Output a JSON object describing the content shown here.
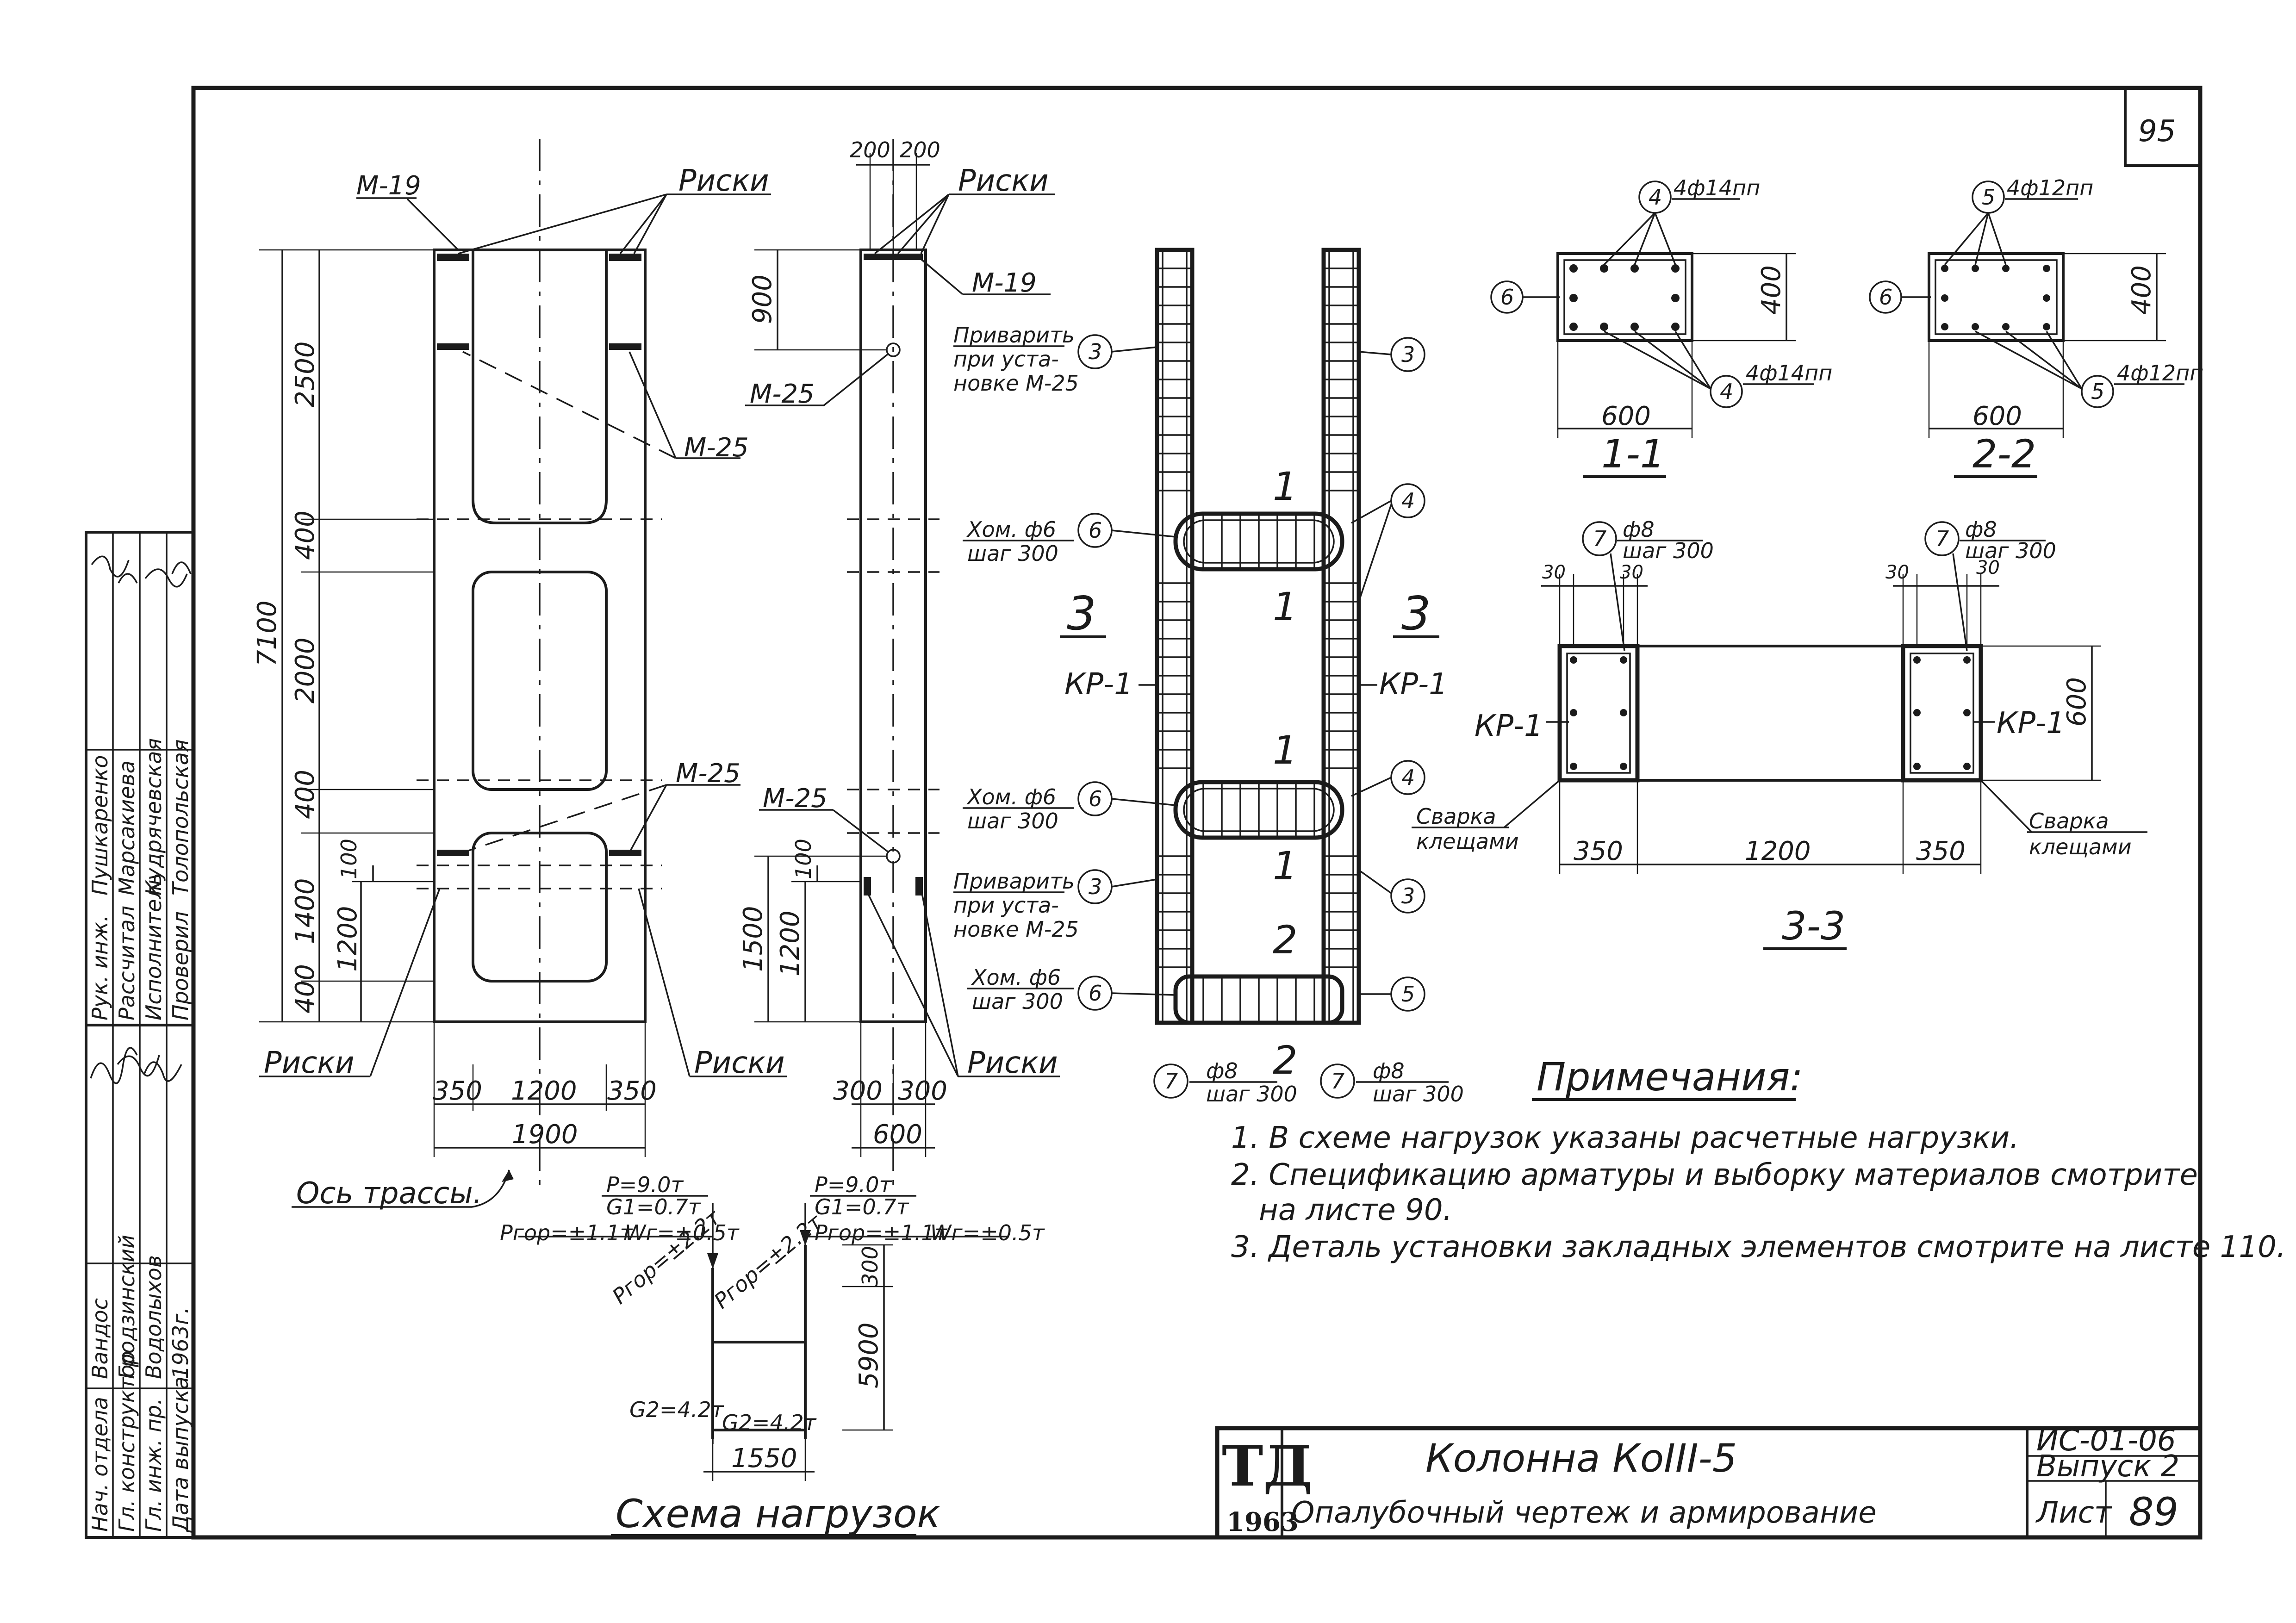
{
  "sheet": {
    "sheet_no_corner": "95",
    "code": "ИС-01-06",
    "issue": "Выпуск 2",
    "sheet_label": "Лист",
    "sheet_value": "89",
    "stamp_letters": "ТД",
    "stamp_year": "1963",
    "title_line1": "Колонна КоIII-5",
    "title_line2": "Опалубочный чертеж и армирование"
  },
  "signatures": {
    "rows": [
      {
        "role": "Нач. отдела",
        "name": "Вандос"
      },
      {
        "role": "Гл. конструктор",
        "name": "Гродзинский"
      },
      {
        "role": "Гл. инж. пр.",
        "name": "Водолыхов"
      },
      {
        "role": "Дата выпуска",
        "name": "1963г."
      }
    ],
    "rows_upper": [
      {
        "role": "Рук. инж.",
        "name": "Пушкаренко"
      },
      {
        "role": "Рассчитал",
        "name": "Марсакиева"
      },
      {
        "role": "Исполнитель",
        "name": "Кудрячевская"
      },
      {
        "role": "Проверил",
        "name": "Толопольская"
      }
    ]
  },
  "elevation_front": {
    "label_m19": "М-19",
    "label_riski_top": "Риски",
    "label_m25_upper": "М-25",
    "label_m25_lower": "М-25",
    "label_riski_bottom_left": "Риски",
    "label_riski_bottom_right": "Риски",
    "dim_total_height": "7100",
    "dims_vertical": [
      "2500",
      "400",
      "2000",
      "400",
      "1400",
      "400"
    ],
    "dim_1200": "1200",
    "dim_100": "100",
    "dims_horizontal": [
      "350",
      "1200",
      "350"
    ],
    "dim_total_width": "1900"
  },
  "elevation_side": {
    "dims_top": [
      "200",
      "200"
    ],
    "label_riski_top": "Риски",
    "label_m19": "М-19",
    "dim_900": "900",
    "label_m25_upper": "М-25",
    "label_m25_lower": "М-25",
    "dim_1500": "1500",
    "dim_1200": "1200",
    "dim_100": "100",
    "label_riski_bottom": "Риски",
    "dims_horizontal": [
      "300",
      "300"
    ],
    "dim_total_width": "600"
  },
  "reinforcement": {
    "weld_note_upper": [
      "Приварить",
      "при уста-",
      "новке М-25"
    ],
    "weld_note_lower": [
      "Приварить",
      "при уста-",
      "новке М-25"
    ],
    "clamp_upper": [
      "Хом. ф6",
      "шаг 300"
    ],
    "clamp_middle": [
      "Хом. ф6",
      "шаг 300"
    ],
    "clamp_lower": [
      "Хом. ф6",
      "шаг 300"
    ],
    "cut3_label": "3",
    "kr_label": "КР-1",
    "cut1_label": "1",
    "cut2_label": "2",
    "bottom_bar_spec": [
      "ф8",
      "шаг 300"
    ],
    "marks": [
      "3",
      "4",
      "5",
      "6",
      "7"
    ]
  },
  "section_1_1": {
    "title": "1-1",
    "top_spec": "4ф14пп",
    "bottom_spec": "4ф14пп",
    "mark_top": "4",
    "mark_bottom": "4",
    "mark_side": "6",
    "dim_width": "600",
    "dim_height": "400"
  },
  "section_2_2": {
    "title": "2-2",
    "top_spec": "4ф12пп",
    "bottom_spec": "4ф12пп",
    "mark_top": "5",
    "mark_bottom": "5",
    "mark_side": "6",
    "dim_width": "600",
    "dim_height": "400"
  },
  "section_3_3": {
    "title": "3-3",
    "bar_spec_left": [
      "ф8",
      "шаг 300"
    ],
    "bar_spec_right": [
      "ф8",
      "шаг 300"
    ],
    "mark_left": "7",
    "mark_right": "7",
    "dims_top": [
      "30",
      "30",
      "30",
      "30"
    ],
    "kr_left": "КР-1",
    "kr_right": "КР-1",
    "dim_height": "600",
    "dims_bottom": [
      "350",
      "1200",
      "350"
    ],
    "weld_left": [
      "Сварка",
      "клещами"
    ],
    "weld_right": [
      "Сварка",
      "клещами"
    ]
  },
  "notes": {
    "heading": "Примечания:",
    "items": [
      "1. В схеме нагрузок указаны расчетные нагрузки.",
      "2. Спецификацию арматуры и выборку материалов смотрите",
      "на листе 90.",
      "3. Деталь установки закладных элементов смотрите на листе 110."
    ]
  },
  "load_scheme": {
    "title": "Схема нагрузок",
    "axis_label": "Ось трассы.",
    "left_loads": [
      "P=9.0т",
      "G1=0.7т",
      "Pгор=±1.1т",
      "Wг=±0.5т",
      "Pгор=±2.2т"
    ],
    "right_loads": [
      "P=9.0т",
      "G1=0.7т",
      "Pгор=±1.1т",
      "Wг=±0.5т",
      "Pгор=±2.2т"
    ],
    "g2_left": "G2=4.2т",
    "g2_right": "G2=4.2т",
    "dim_width": "1550",
    "dim_top": "300",
    "dim_height": "5900"
  }
}
